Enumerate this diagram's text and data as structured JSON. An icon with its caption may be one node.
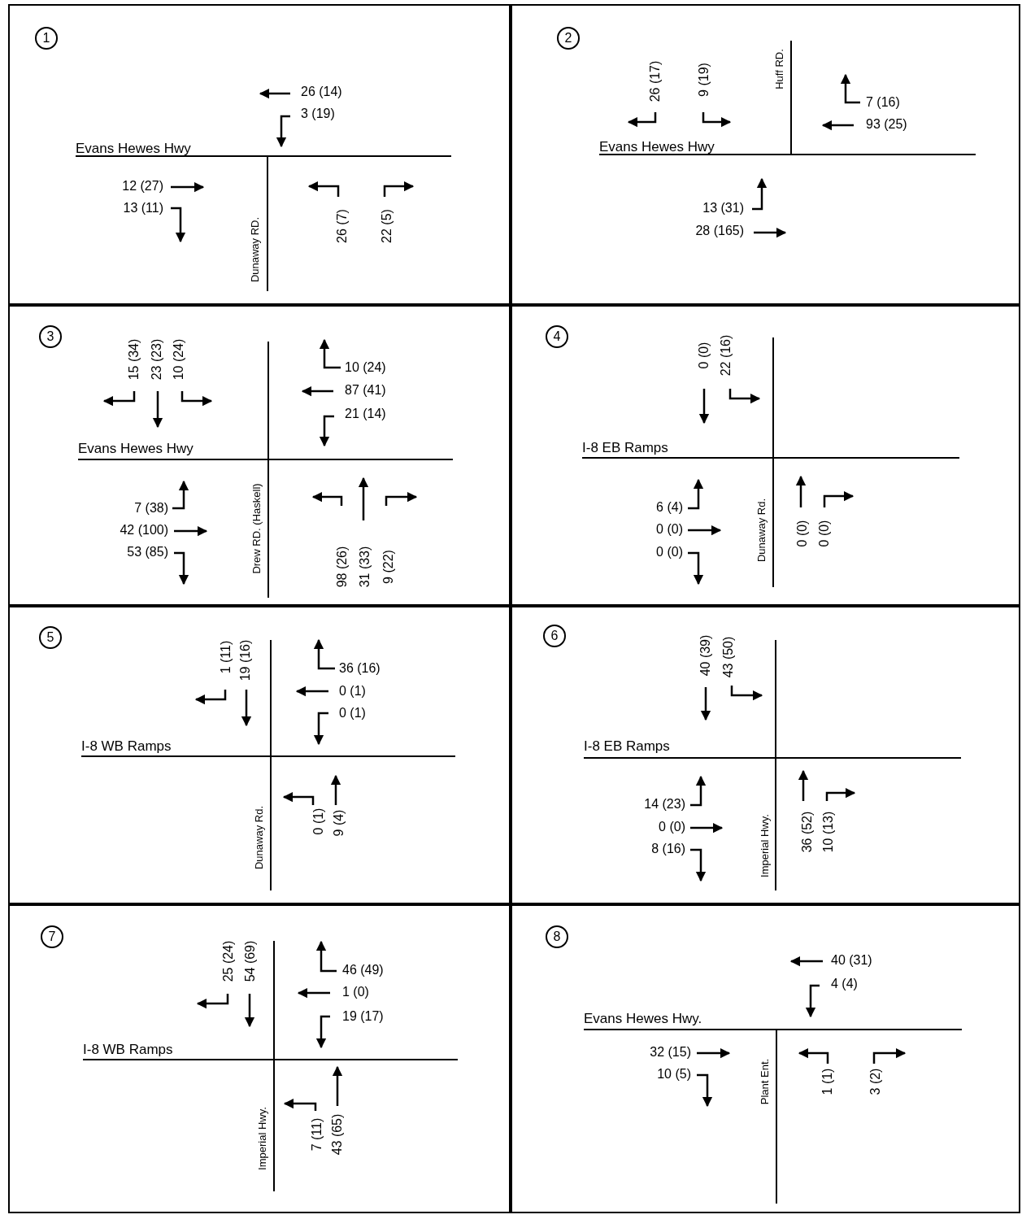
{
  "diagram": {
    "nodes": [
      {
        "text": [],
        "shape": "box"
      },
      {
        "text": [
          "1"
        ],
        "in": 0
      },
      {
        "text": [],
        "shape": "box"
      },
      {
        "text": [
          "2"
        ],
        "in": 2
      },
      {
        "text": [],
        "shape": "box"
      },
      {
        "text": [
          "3"
        ],
        "in": 4
      },
      {
        "text": [],
        "shape": "box"
      },
      {
        "text": [
          "4"
        ],
        "in": 6
      },
      {
        "text": [],
        "shape": "box"
      },
      {
        "text": [
          "5"
        ],
        "in": 8
      },
      {
        "text": [],
        "shape": "box"
      },
      {
        "text": [
          "6"
        ],
        "in": 10
      },
      {
        "text": [],
        "shape": "box"
      },
      {
        "text": [
          "7"
        ],
        "in": 12
      },
      {
        "text": [],
        "shape": "box"
      },
      {
        "text": [
          "8"
        ],
        "in": 14
      }
    ],
    "labels": [
      "26 (14)",
      "3 (19)",
      "Evans Hewes Hwy",
      "12 (27)",
      "13 (11)",
      "Dunaway RD.",
      "26 (7)",
      "22 (5)",
      "26 (17)",
      "9 (19)",
      "Huff RD.",
      "7 (16)",
      "93 (25)",
      "Evans Hewes Hwy",
      "13 (31)",
      "28 (165)",
      "15 (34)",
      "23 (23)",
      "10 (24)",
      "10 (24)",
      "87 (41)",
      "21 (14)",
      "Evans Hewes Hwy",
      "7 (38)",
      "42 (100)",
      "53 (85)",
      "Drew RD. (Haskell)",
      "98 (26)",
      "31 (33)",
      "9 (22)",
      "0 (0)",
      "22 (16)",
      "I-8 EB Ramps",
      "6 (4)",
      "0 (0)",
      "0 (0)",
      "Dunaway Rd.",
      "0 (0)",
      "0 (0)",
      "1 (11)",
      "19 (16)",
      "36 (16)",
      "0 (1)",
      "0 (1)",
      "I-8 WB Ramps",
      "Dunaway Rd.",
      "0 (1)",
      "9 (4)",
      "40 (39)",
      "43 (50)",
      "I-8 EB Ramps",
      "14 (23)",
      "0 (0)",
      "8 (16)",
      "Imperial Hwy.",
      "36 (52)",
      "10 (13)",
      "25 (24)",
      "54 (69)",
      "46 (49)",
      "1 (0)",
      "19 (17)",
      "I-8 WB Ramps",
      "Imperial Hwy.",
      "7 (11)",
      "43 (65)",
      "40 (31)",
      "4 (4)",
      "Evans Hewes Hwy.",
      "32 (15)",
      "10 (5)",
      "Plant Ent.",
      "1 (1)",
      "3 (2)"
    ]
  }
}
